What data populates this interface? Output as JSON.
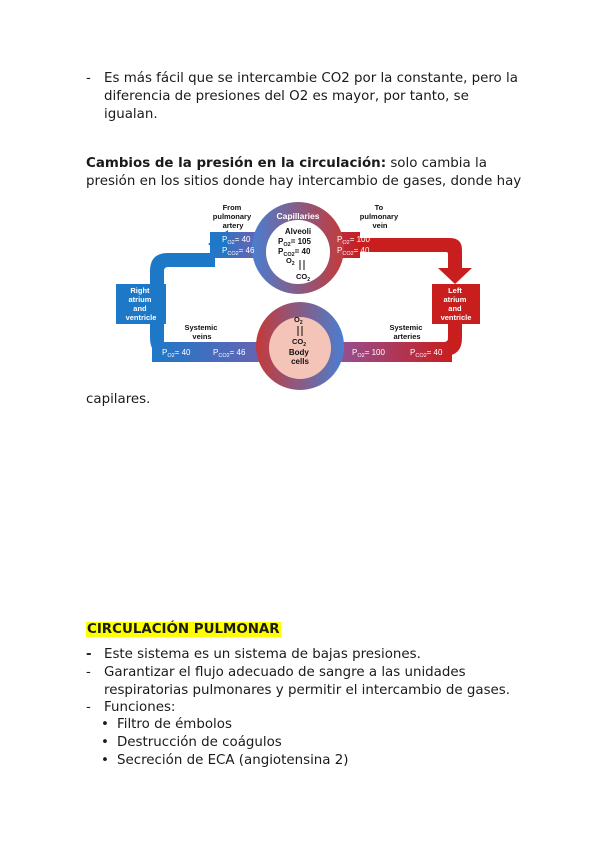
{
  "intro_items": [
    {
      "mark": "-",
      "text": "Es más fácil que se intercambie CO2 por la constante, pero la diferencia de presiones del O2 es mayor, por tanto, se igualan."
    }
  ],
  "cambios": {
    "heading": "Cambios de la presión en la circulación:",
    "text": " solo cambia la presión en los sitios donde hay intercambio de gases, donde hay",
    "continuation": "capilares."
  },
  "diagram": {
    "from_artery": [
      "From",
      "pulmonary",
      "artery"
    ],
    "to_vein": [
      "To",
      "pulmonary",
      "vein"
    ],
    "capillaries": "Capillaries",
    "alveoli": "Alveoli",
    "right_heart": [
      "Right",
      "atrium",
      "and",
      "ventricle"
    ],
    "left_heart": [
      "Left",
      "atrium",
      "and",
      "ventricle"
    ],
    "systemic_veins": [
      "Systemic",
      "veins"
    ],
    "systemic_arteries": [
      "Systemic",
      "arteries"
    ],
    "body_cells": [
      "Body",
      "cells"
    ],
    "o2": "O",
    "co2": "CO",
    "sub2": "2",
    "p": "P",
    "sub_o2": "O2",
    "sub_co2": "CO2",
    "val_40": "= 40",
    "val_46": "= 46",
    "val_100": "= 100",
    "val_105": "= 105"
  },
  "pulmonar": {
    "heading": "CIRCULACIÓN PULMONAR",
    "items": [
      {
        "mark": "-",
        "text": "Este sistema es un sistema de bajas presiones."
      },
      {
        "mark": "-",
        "text": "Garantizar el flujo adecuado de sangre a las unidades respiratorias pulmonares y permitir el intercambio de gases."
      },
      {
        "mark": "-",
        "text": "Funciones:"
      }
    ],
    "bullets": [
      {
        "mark": "•",
        "text": "Filtro de émbolos"
      },
      {
        "mark": "•",
        "text": "Destrucción de coágulos"
      },
      {
        "mark": "•",
        "text": "Secreción de ECA (angiotensina 2)"
      }
    ]
  },
  "colors": {
    "blue": "#1e78c8",
    "red": "#c81e1e",
    "highlight": "#ffff00"
  }
}
